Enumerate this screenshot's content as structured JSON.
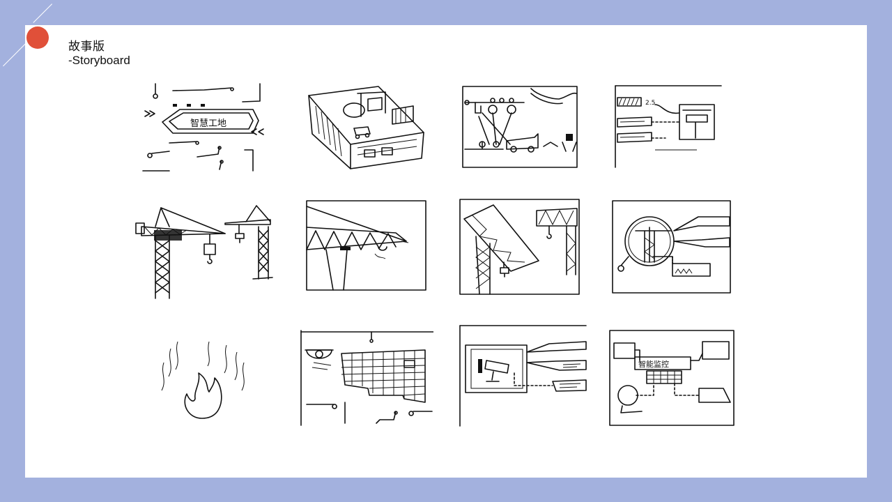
{
  "header": {
    "title_zh": "故事版",
    "title_en": "-Storyboard"
  },
  "colors": {
    "background": "#a3b1de",
    "slide": "#ffffff",
    "accent_dot": "#e05039",
    "ink": "#111111"
  },
  "panels": [
    {
      "name": "smart-site-sign",
      "label": "智慧工地"
    },
    {
      "name": "construction-site-building",
      "label": ""
    },
    {
      "name": "pulley-and-truck",
      "label": ""
    },
    {
      "name": "monitor-connection",
      "label": "2.5"
    },
    {
      "name": "two-tower-cranes",
      "label": ""
    },
    {
      "name": "crane-jib-closeup",
      "label": ""
    },
    {
      "name": "crane-tilting",
      "label": ""
    },
    {
      "name": "crane-magnifier-info",
      "label": ""
    },
    {
      "name": "fire-flame",
      "label": ""
    },
    {
      "name": "camera-site-map",
      "label": ""
    },
    {
      "name": "camera-screen-info",
      "label": ""
    },
    {
      "name": "intelligent-monitoring",
      "label": "智能监控"
    }
  ]
}
